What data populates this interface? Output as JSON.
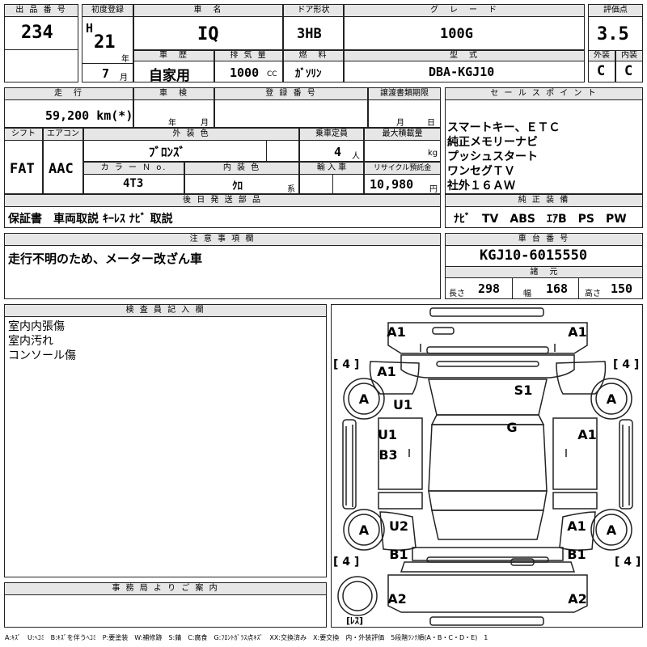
{
  "headers": {
    "lot_no": "出 品 番 号",
    "first_reg": "初度登録",
    "car_name": "車　名",
    "door": "ドア形状",
    "grade": "グ　レ　ー　ド",
    "rating": "評価点",
    "history": "車　歴",
    "displacement": "排 気 量",
    "fuel": "燃　料",
    "model_code": "型　式",
    "exterior": "外装",
    "interior": "内装",
    "mileage": "走　行",
    "inspection": "車　検",
    "registration": "登 録 番 号",
    "transfer_deadline": "譲渡書類期限",
    "sales_points": "セ ー ル ス ポ イ ン ト",
    "shift": "シフト",
    "aircon": "エアコン",
    "ext_color": "外 装 色",
    "capacity": "乗車定員",
    "max_load": "最大積載量",
    "color_no": "カ ラ ー Ｎ o.",
    "int_color": "内 装 色",
    "import": "輸 入 車",
    "recycle": "リサイクル預託金",
    "later_parts": "後 日 発 送 部 品",
    "genuine": "純 正 装 備",
    "caution": "注 意 事 項 欄",
    "chassis_no": "車 台 番 号",
    "dimensions": "諸　元",
    "inspector": "検 査 員 記 入 欄",
    "office": "事 務 局 よ り ご 案 内"
  },
  "vehicle": {
    "lot_no": "234",
    "era": "H",
    "year": "21",
    "year_unit": "年",
    "month": "7",
    "month_unit": "月",
    "car_name": "IQ",
    "door": "3HB",
    "grade": "100G",
    "rating": "3.5",
    "history": "自家用",
    "displacement": "1000",
    "displacement_unit": "CC",
    "fuel": "ｶﾞｿﾘﾝ",
    "model_code": "DBA-KGJ10",
    "exterior_grade": "C",
    "interior_grade": "C",
    "mileage": "59,200 km(*)",
    "insp_year": "年",
    "insp_month": "月",
    "transfer_month": "月",
    "transfer_day": "日",
    "shift": "FAT",
    "aircon": "AAC",
    "ext_color": "ﾌﾞﾛﾝｽﾞ",
    "capacity": "4",
    "capacity_unit": "人",
    "load_unit": "kg",
    "color_no": "4T3",
    "int_color": "ｸﾛ",
    "int_color_unit": "系",
    "recycle": "10,980",
    "recycle_unit": "円",
    "later_parts": "保証書　車両取説 ｷｰﾚｽ ﾅﾋﾞ 取説",
    "genuine": "ﾅﾋﾞ　TV　ABS　ｴｱB　PS　PW",
    "caution": "走行不明のため、メーター改ざん車",
    "chassis_no": "KGJ10-6015550",
    "len_label": "長さ",
    "length": "298",
    "wid_label": "幅",
    "width": "168",
    "hgt_label": "高さ",
    "height": "150"
  },
  "sales_points": [
    "スマートキー、ＥＴＣ",
    "純正メモリーナビ",
    "プッシュスタート",
    "ワンセグＴＶ",
    "社外１６ＡＷ"
  ],
  "inspector_notes": [
    "室内内張傷",
    "室内汚れ",
    "コンソール傷"
  ],
  "diagram": {
    "marks": [
      "A1",
      "A1",
      "A1",
      "S1",
      "U1",
      "G",
      "U1",
      "B3",
      "A1",
      "U2",
      "A1",
      "B1",
      "B1",
      "A2",
      "A2"
    ],
    "wheel": "A",
    "tire_left_top": "[ 4 ]",
    "tire_right_top": "[ 4 ]",
    "tire_left_bottom": "[ 4 ]",
    "tire_right_bottom": "[ 4 ]",
    "spare": "[ﾚｽ]"
  },
  "legend": "A:ｷｽﾞ　U:ﾍｺﾐ　B:ｷｽﾞを伴うﾍｺﾐ　P:要塗装　W:補修跡　S:錆　C:腐食　G:ﾌﾛﾝﾄｶﾞﾗｽ点ｷｽﾞ　XX:交換済み　X:要交換　内・外装評価　5段階ﾗﾝｸ順(A・B・C・D・E)　1"
}
